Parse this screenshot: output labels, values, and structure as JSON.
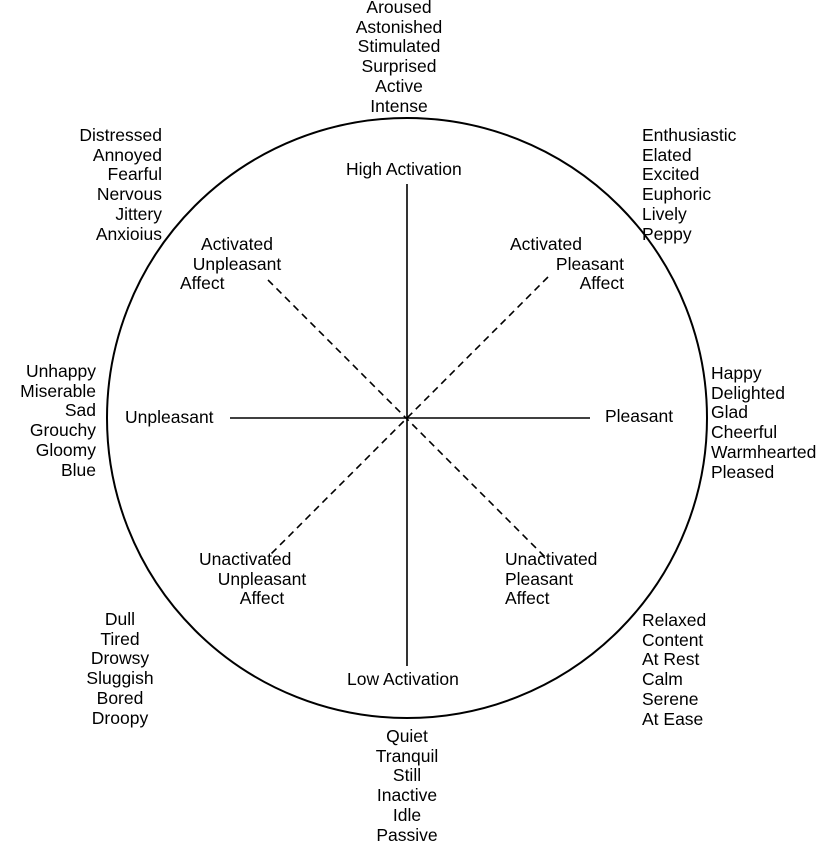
{
  "axes": {
    "high": "High Activation",
    "low": "Low Activation",
    "pleasant": "Pleasant",
    "unpleasant": "Unpleasant"
  },
  "diagonals": {
    "activated_unpleasant": [
      "Activated",
      "Unpleasant",
      "Affect"
    ],
    "activated_pleasant": [
      "Activated",
      "Pleasant",
      "Affect"
    ],
    "unactivated_unpleasant": [
      "Unactivated",
      "Unpleasant",
      "Affect"
    ],
    "unactivated_pleasant": [
      "Unactivated",
      "Pleasant",
      "Affect"
    ]
  },
  "word_groups": {
    "top": [
      "Aroused",
      "Astonished",
      "Stimulated",
      "Surprised",
      "Active",
      "Intense"
    ],
    "top_left": [
      "Distressed",
      "Annoyed",
      "Fearful",
      "Nervous",
      "Jittery",
      "Anxioius"
    ],
    "top_right": [
      "Enthusiastic",
      "Elated",
      "Excited",
      "Euphoric",
      "Lively",
      "Peppy"
    ],
    "left": [
      "Unhappy",
      "Miserable",
      "Sad",
      "Grouchy",
      "Gloomy",
      "Blue"
    ],
    "right": [
      "Happy",
      "Delighted",
      "Glad",
      "Cheerful",
      "Warmhearted",
      "Pleased"
    ],
    "bottom_left": [
      "Dull",
      "Tired",
      "Drowsy",
      "Sluggish",
      "Bored",
      "Droopy"
    ],
    "bottom_right": [
      "Relaxed",
      "Content",
      "At Rest",
      "Calm",
      "Serene",
      "At Ease"
    ],
    "bottom": [
      "Quiet",
      "Tranquil",
      "Still",
      "Inactive",
      "Idle",
      "Passive"
    ]
  }
}
